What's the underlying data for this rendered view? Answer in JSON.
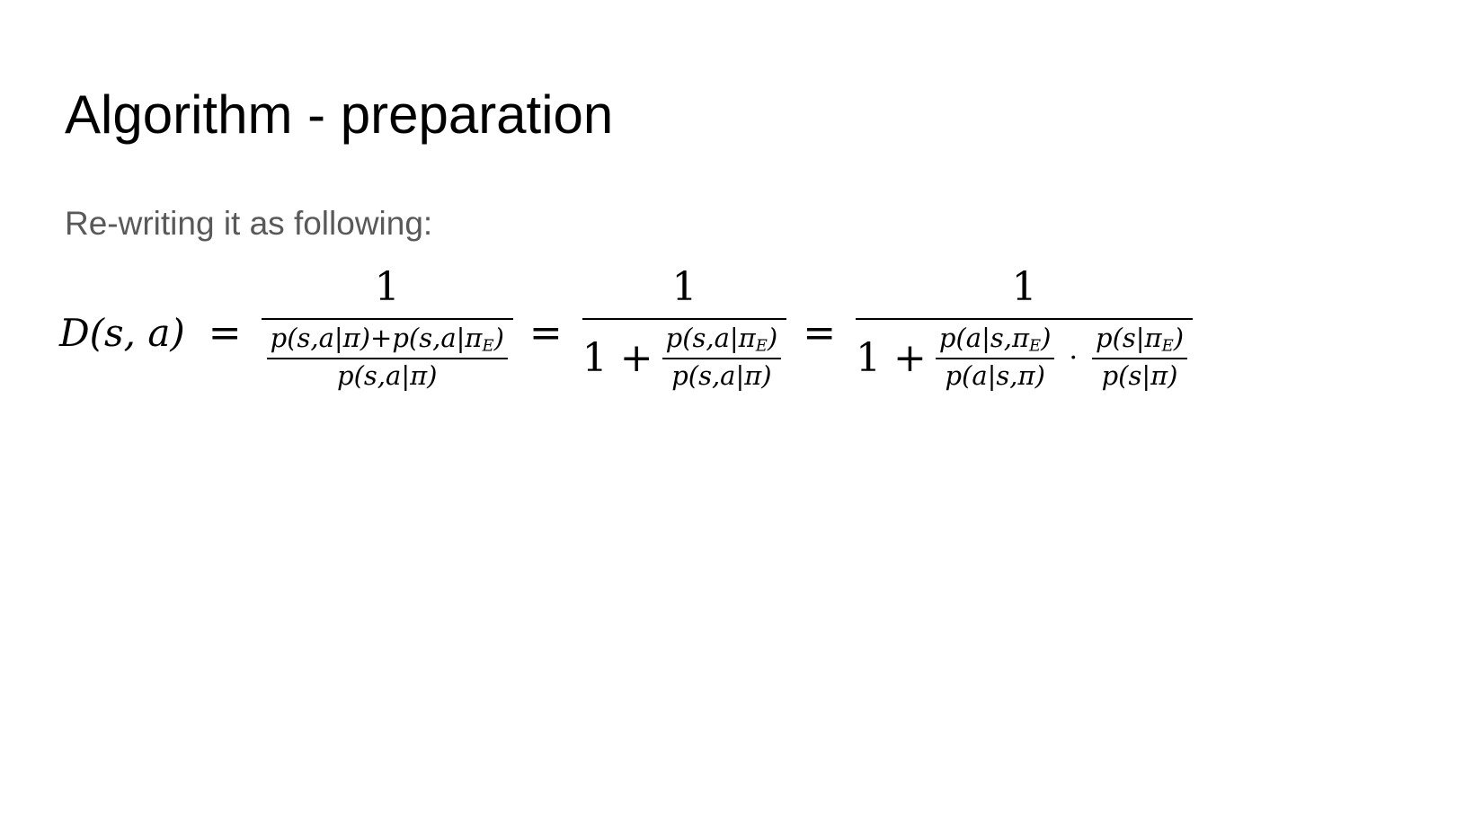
{
  "slide": {
    "title": "Algorithm - preparation",
    "subtitle": "Re-writing it as following:"
  },
  "equation": {
    "lhs": "D(s, a)",
    "relation": "=",
    "numerator": "1",
    "term1_den_num": "p(s,a|π)+p(s,a|π",
    "term1_den_den": "p(s,a|π)",
    "one_plus": "1 +",
    "term2_num": "p(s,a|π",
    "term2_den": "p(s,a|π)",
    "term3_a_num": "p(a|s,π",
    "term3_a_den": "p(a|s,π)",
    "term3_b_num": "p(s|π",
    "term3_b_den": "p(s|π)",
    "sub_E": "E",
    "close_paren": ")",
    "cdot": "·"
  }
}
